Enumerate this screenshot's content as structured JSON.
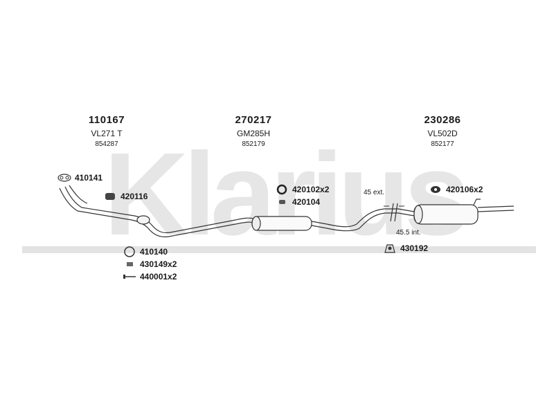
{
  "watermark": {
    "text": "Klarius"
  },
  "sections": [
    {
      "part_number": "110167",
      "code": "VL271 T",
      "ref": "854287"
    },
    {
      "part_number": "270217",
      "code": "GM285H",
      "ref": "852179"
    },
    {
      "part_number": "230286",
      "code": "VL502D",
      "ref": "852177"
    }
  ],
  "fittings": {
    "f1": "410141",
    "f2": "420116",
    "f3": "410140",
    "f4": "430149x2",
    "f5": "440001x2",
    "f6": "420102x2",
    "f7": "420104",
    "f8": "420106x2",
    "f9": "430192"
  },
  "notes": {
    "ext": "45 ext.",
    "int": "45.5 int."
  }
}
